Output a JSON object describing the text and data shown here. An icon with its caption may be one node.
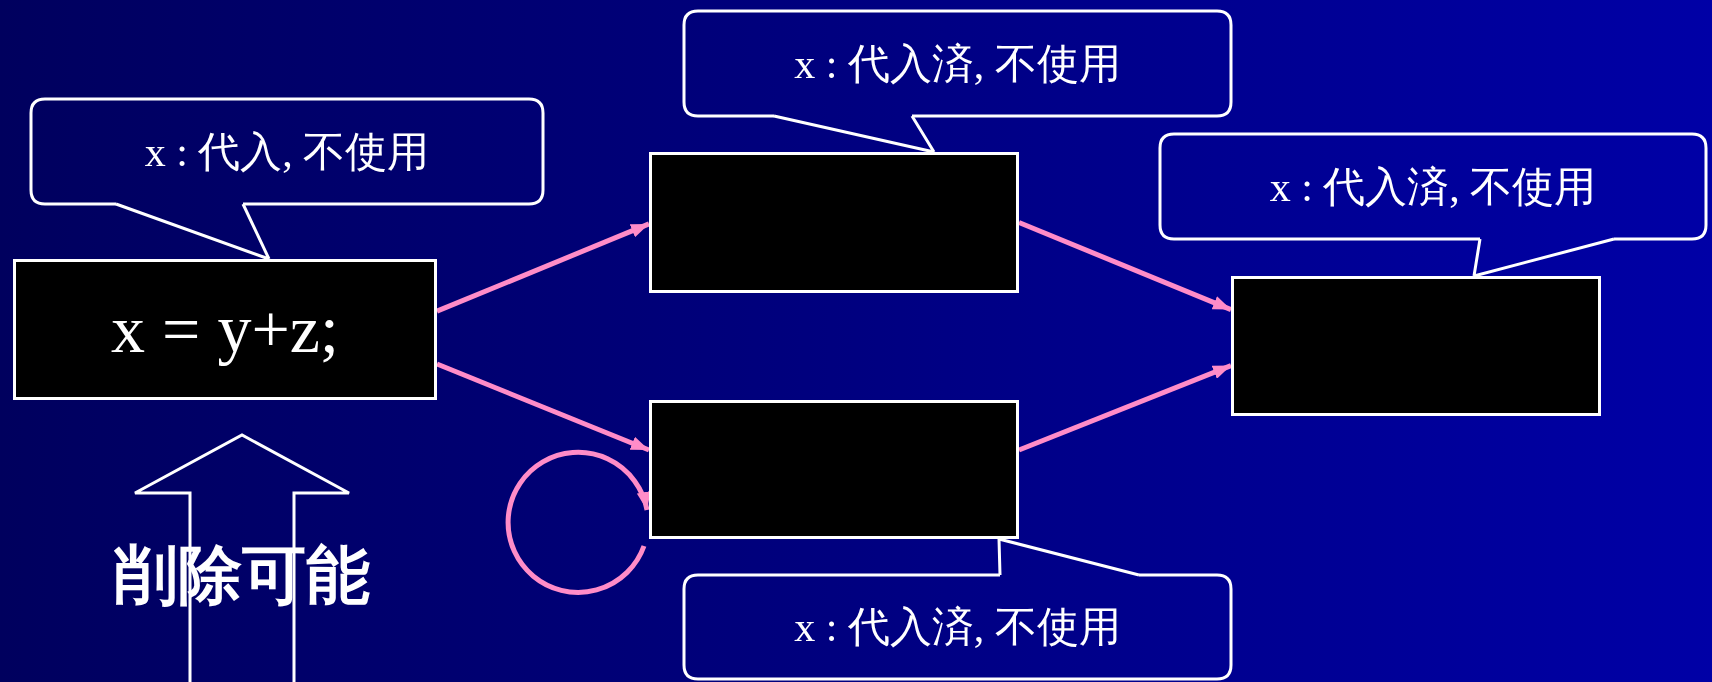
{
  "diagram": {
    "nodes": [
      {
        "text": [
          "x = y+z;"
        ]
      },
      {
        "text": [],
        "shape": "box"
      },
      {
        "text": [],
        "shape": "box"
      },
      {
        "text": [],
        "shape": "box"
      },
      {
        "text": [
          "x : 代入, 不使用"
        ]
      },
      {
        "text": [
          "x : 代入済, 不使用"
        ]
      },
      {
        "text": [
          "x : 代入済, 不使用"
        ]
      },
      {
        "text": [
          "x : 代入済, 不使用"
        ]
      }
    ],
    "edges": [
      {
        "from": 0,
        "to": 1,
        "arrow": "to",
        "color": "#ff8cc8"
      },
      {
        "from": 0,
        "to": 2,
        "arrow": "to",
        "color": "#ff8cc8"
      },
      {
        "from": 2,
        "to": 2,
        "arrow": "to",
        "color": "#ff8cc8"
      },
      {
        "from": 1,
        "to": 3,
        "arrow": "to",
        "color": "#ff8cc8"
      },
      {
        "from": 2,
        "to": 3,
        "arrow": "to",
        "color": "#ff8cc8"
      },
      {
        "from": 4,
        "to": 0,
        "arrow": "none",
        "color": "#ffffff"
      },
      {
        "from": 5,
        "to": 1,
        "arrow": "none",
        "color": "#ffffff"
      },
      {
        "from": 6,
        "to": 3,
        "arrow": "none",
        "color": "#ffffff"
      },
      {
        "from": 7,
        "to": 2,
        "arrow": "none",
        "color": "#ffffff"
      }
    ],
    "labels": [
      "削除可能"
    ]
  }
}
